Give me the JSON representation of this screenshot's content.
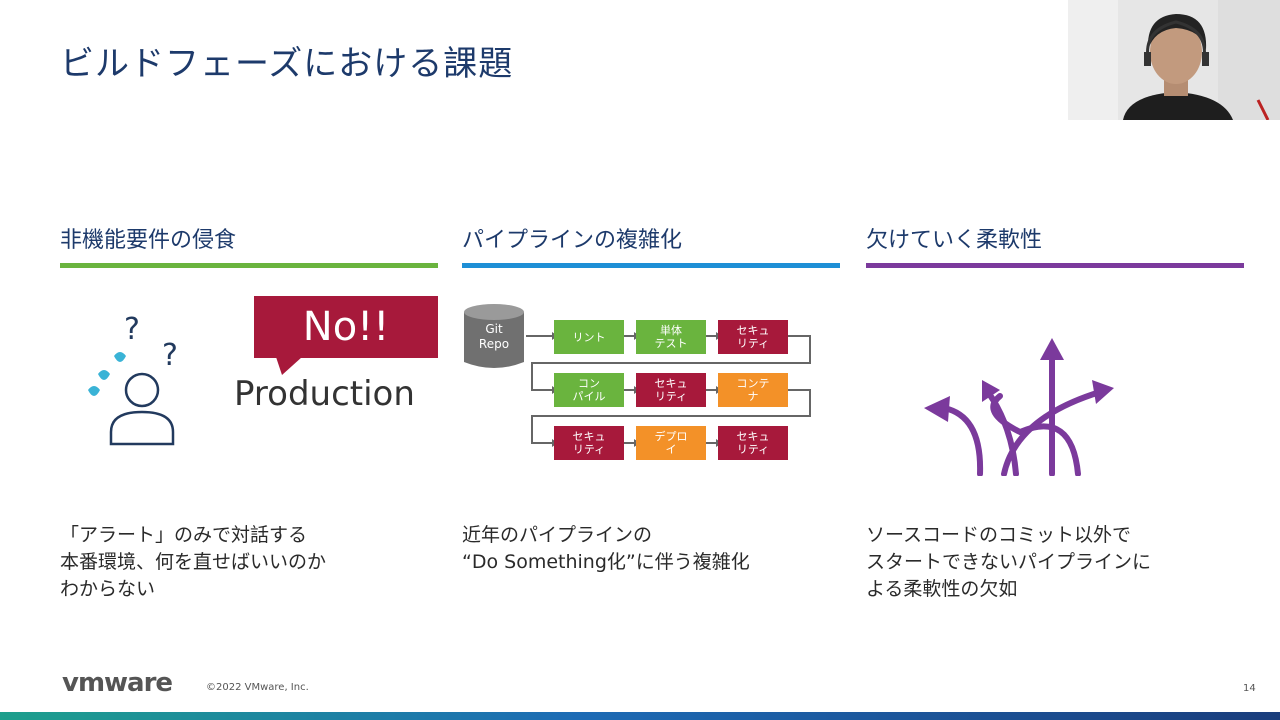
{
  "slide": {
    "title": "ビルドフェーズにおける課題",
    "columns": [
      {
        "heading": "非機能要件の侵食",
        "rule_color": "#6ab43e",
        "description": "「アラート」のみで対話する\n本番環境、何を直せばいいのか\nわからない",
        "illustration": {
          "question_marks": [
            "?",
            "?"
          ],
          "bubble_text": "No!!",
          "label": "Production"
        }
      },
      {
        "heading": "パイプラインの複雑化",
        "rule_color": "#1e8fd6",
        "description": "近年のパイプラインの\n“Do Something化”に伴う複雑化",
        "pipeline": {
          "repo_label": "Git\nRepo",
          "rows": [
            [
              {
                "label": "リント",
                "color": "green"
              },
              {
                "label": "単体\nテスト",
                "color": "green"
              },
              {
                "label": "セキュ\nリティ",
                "color": "red"
              }
            ],
            [
              {
                "label": "コン\nパイル",
                "color": "green"
              },
              {
                "label": "セキュ\nリティ",
                "color": "red"
              },
              {
                "label": "コンテ\nナ",
                "color": "orange"
              }
            ],
            [
              {
                "label": "セキュ\nリティ",
                "color": "red"
              },
              {
                "label": "デプロ\nイ",
                "color": "orange"
              },
              {
                "label": "セキュ\nリティ",
                "color": "red"
              }
            ]
          ]
        }
      },
      {
        "heading": "欠けていく柔軟性",
        "rule_color": "#7b3a9c",
        "description": "ソースコードのコミット以外で\nスタートできないパイプラインに\nよる柔軟性の欠如"
      }
    ]
  },
  "footer": {
    "logo": "vmware",
    "copyright": "©2022 VMware, Inc.",
    "page_number": "14"
  },
  "colors": {
    "title": "#1d3a6b",
    "green": "#6ab43e",
    "red": "#a7193b",
    "orange": "#f39128",
    "purple": "#7b3a9c",
    "blue": "#1e8fd6"
  }
}
